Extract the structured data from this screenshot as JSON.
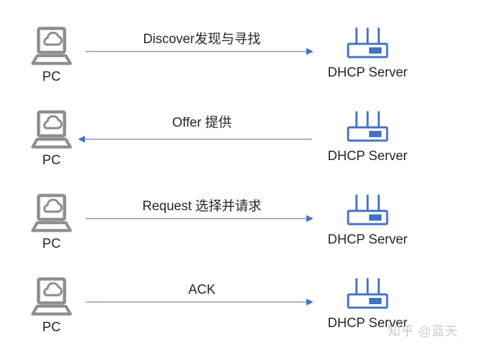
{
  "diagram": {
    "pc_label": "PC",
    "server_label": "DHCP Server",
    "rows": [
      {
        "message": "Discover发现与寻找",
        "direction": "right"
      },
      {
        "message": "Offer 提供",
        "direction": "left"
      },
      {
        "message": "Request 选择并请求",
        "direction": "right"
      },
      {
        "message": "ACK",
        "direction": "right"
      }
    ],
    "colors": {
      "background": "#ffffff",
      "pc_icon": "#8f8f8f",
      "server_icon": "#4472c4",
      "arrow_line": "#a6b2c6",
      "arrow_head": "#4472c4",
      "text": "#262626",
      "watermark": "#cbcbcb"
    }
  },
  "watermark": {
    "text": "知乎 @蓝天"
  }
}
